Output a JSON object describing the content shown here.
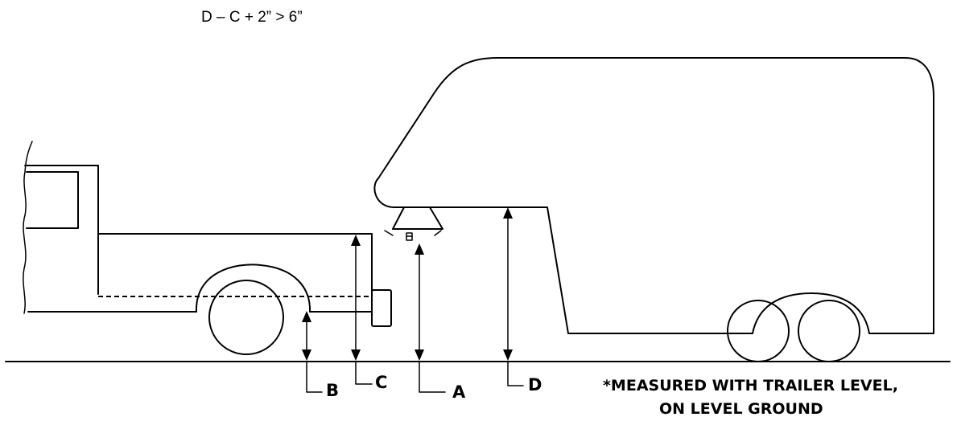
{
  "formula": "D – C + 2” > 6”",
  "labels": {
    "a": "A",
    "b": "B",
    "c": "C",
    "d": "D"
  },
  "note": {
    "line1": "*MEASURED WITH TRAILER LEVEL,",
    "line2": "ON LEVEL GROUND"
  }
}
